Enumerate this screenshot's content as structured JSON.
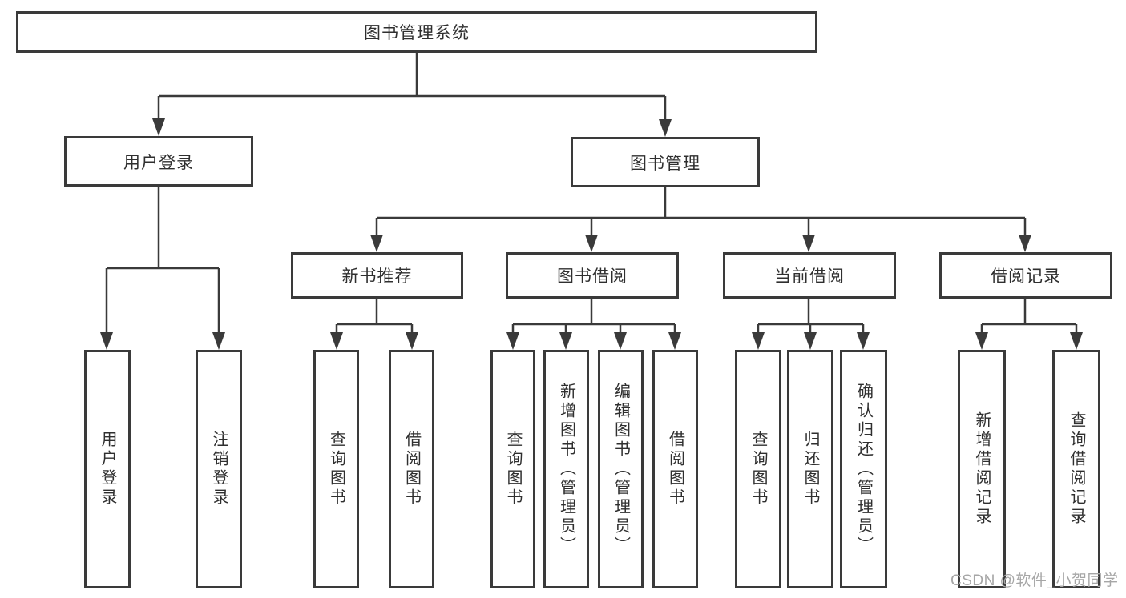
{
  "diagram": {
    "root_label": "图书管理系统",
    "user_login": {
      "label": "用户登录",
      "children": [
        "用户登录",
        "注销登录"
      ]
    },
    "book_management": {
      "label": "图书管理",
      "groups": [
        {
          "label": "新书推荐",
          "children": [
            "查询图书",
            "借阅图书"
          ]
        },
        {
          "label": "图书借阅",
          "children": [
            "查询图书",
            "新增图书（管理员）",
            "编辑图书（管理员）",
            "借阅图书"
          ]
        },
        {
          "label": "当前借阅",
          "children": [
            "查询图书",
            "归还图书",
            "确认归还（管理员）"
          ]
        },
        {
          "label": "借阅记录",
          "children": [
            "新增借阅记录",
            "查询借阅记录"
          ]
        }
      ]
    }
  },
  "watermark": "CSDN @软件_小贺同学",
  "colors": {
    "line": "#3a3a3a",
    "text": "#2f2f2f",
    "background": "#ffffff",
    "watermark": "#a6a6a6"
  }
}
